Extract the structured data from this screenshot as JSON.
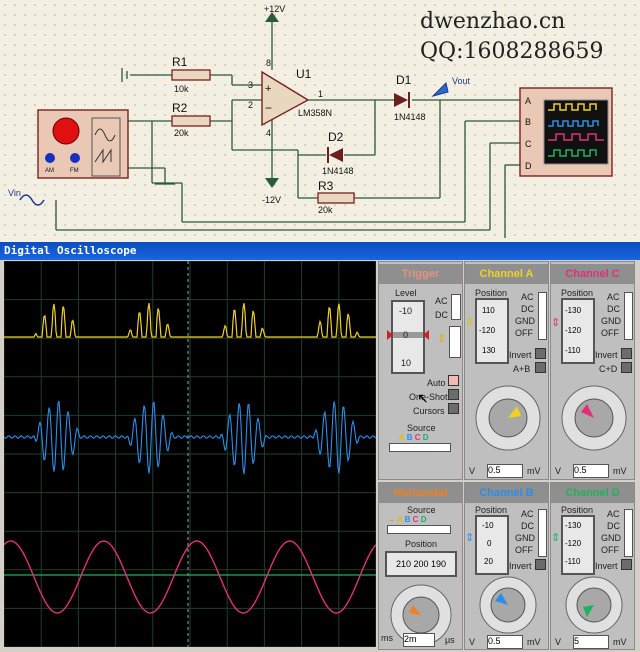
{
  "watermark": {
    "site": "dwenzhao.cn",
    "qq": "QQ:1608288659"
  },
  "schematic": {
    "vpos": "+12V",
    "vneg": "-12V",
    "opamp": "U1",
    "opamp_part": "LM358N",
    "r1": "R1",
    "r1_val": "10k",
    "r2": "R2",
    "r2_val": "20k",
    "r3": "R3",
    "r3_val": "20k",
    "d1": "D1",
    "d1_part": "1N4148",
    "d2": "D2",
    "d2_part": "1N4148",
    "vout": "Vout",
    "vin": "Vin",
    "pin1": "1",
    "pin2": "2",
    "pin3": "3",
    "pin4": "4",
    "pin8": "8",
    "scope_inputs": [
      "A",
      "B",
      "C",
      "D"
    ],
    "gen_labels": [
      "AM",
      "FM"
    ]
  },
  "oscilloscope": {
    "title": "Digital Oscilloscope",
    "trigger": {
      "title": "Trigger",
      "level_label": "Level",
      "level_ticks": [
        "-10",
        "0",
        "10"
      ],
      "coupling": [
        "AC",
        "DC"
      ],
      "modes": [
        "Auto",
        "One-Shot",
        "Cursors"
      ],
      "source_label": "Source",
      "sources": [
        "A",
        "B",
        "C",
        "D"
      ]
    },
    "channel_a": {
      "title": "Channel A",
      "position_label": "Position",
      "ticks": [
        "110",
        "-120",
        "130"
      ],
      "coupling": [
        "AC",
        "DC",
        "GND",
        "OFF"
      ],
      "invert": "Invert",
      "combo": "A+B",
      "dial_value": "0.5",
      "unit": "mV",
      "dial_left": "V"
    },
    "channel_b": {
      "title": "Channel B",
      "position_label": "Position",
      "ticks": [
        "-10",
        "0",
        "20"
      ],
      "coupling": [
        "AC",
        "DC",
        "GND",
        "OFF"
      ],
      "invert": "Invert",
      "dial_value": "0.5",
      "unit": "mV",
      "dial_left": "V"
    },
    "channel_c": {
      "title": "Channel C",
      "position_label": "Position",
      "ticks": [
        "-130",
        "-120",
        "-110"
      ],
      "coupling": [
        "AC",
        "DC",
        "GND",
        "OFF"
      ],
      "invert": "Invert",
      "combo": "C+D",
      "dial_value": "0.5",
      "unit": "mV",
      "dial_left": "V"
    },
    "channel_d": {
      "title": "Channel D",
      "position_label": "Position",
      "ticks": [
        "-130",
        "-120",
        "-110"
      ],
      "coupling": [
        "AC",
        "DC",
        "GND",
        "OFF"
      ],
      "invert": "Invert",
      "dial_value": "5",
      "unit": "mV",
      "dial_left": "V"
    },
    "horizontal": {
      "title": "Horizontal",
      "source_label": "Source",
      "sources": [
        "A",
        "B",
        "C",
        "D"
      ],
      "position_label": "Position",
      "position_values": [
        "210",
        "200",
        "190"
      ],
      "dial_value": "2m",
      "unit": "μs",
      "dial_left": "ms"
    },
    "colors": {
      "a": "#f0d020",
      "b": "#2a8fe8",
      "c": "#e0307a",
      "d": "#20b060"
    }
  }
}
